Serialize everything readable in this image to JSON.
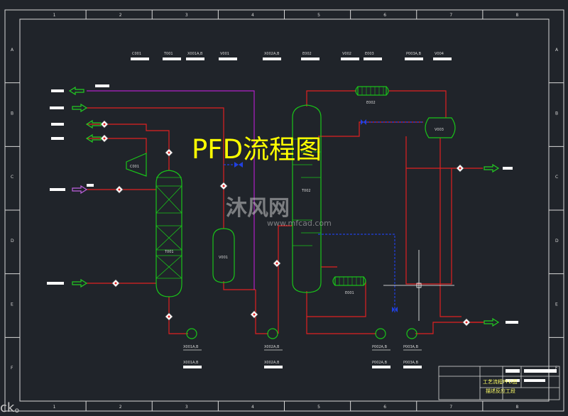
{
  "title": "PFD流程图",
  "watermark": {
    "logo_text": "沐风网",
    "url": "www.mfcad.com"
  },
  "corner_text": "ck。",
  "colors": {
    "background": "#20242a",
    "frame": "#d8d8d8",
    "process_line": "#e02020",
    "equipment": "#19c419",
    "utility_line": "#b020c8",
    "control_line": "#2040e0",
    "arrow": "#22cc22",
    "title": "#ffff00"
  },
  "border_numbers_top": [
    "1",
    "2",
    "3",
    "4",
    "5",
    "6",
    "7",
    "8"
  ],
  "border_letters_side": [
    "A",
    "B",
    "C",
    "D",
    "E",
    "F"
  ],
  "title_block": {
    "line1": "工艺流程PFD图",
    "line2": "描述反应工段"
  },
  "labels": {
    "top_row": [
      "C001",
      "T001",
      "X001A,B",
      "V001",
      "X002A,B",
      "E002",
      "V002",
      "E003",
      "P003A,B",
      "V004"
    ],
    "compressor": "C001",
    "column_1": "T001",
    "drum_1": "V001",
    "column_2": "T002",
    "reboiler": "E001",
    "condenser": "E002",
    "reflux_drum": "V003",
    "pumps": [
      "X001A,B",
      "X002A,B",
      "P002A,B",
      "P003A,B"
    ]
  }
}
